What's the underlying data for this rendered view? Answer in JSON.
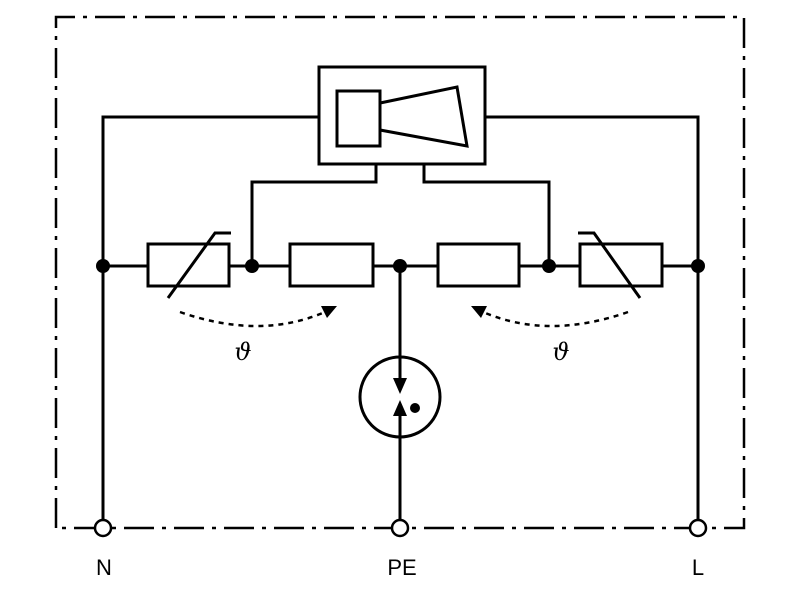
{
  "terminals": {
    "n_label": "N",
    "pe_label": "PE",
    "l_label": "L"
  },
  "thermal_coupling": {
    "left_symbol": "ϑ",
    "right_symbol": "ϑ"
  }
}
